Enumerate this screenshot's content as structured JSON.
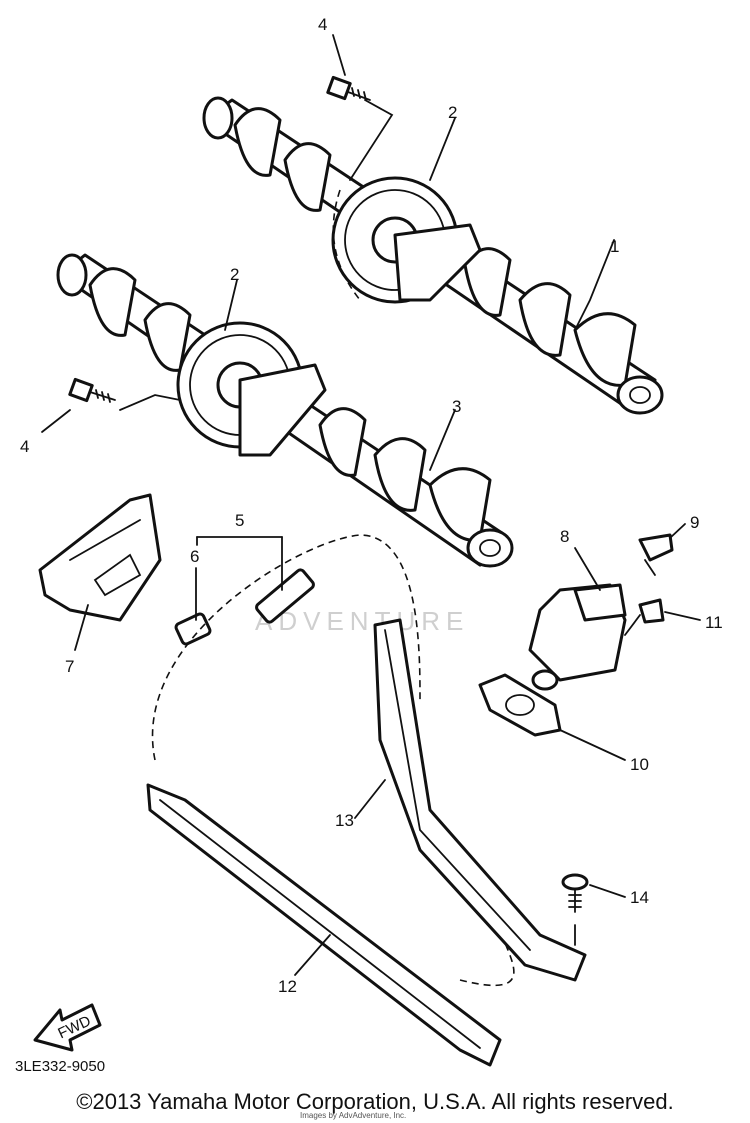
{
  "diagram": {
    "callouts": {
      "c1": "1",
      "c2a": "2",
      "c2b": "2",
      "c3": "3",
      "c4a": "4",
      "c4b": "4",
      "c5": "5",
      "c6": "6",
      "c7": "7",
      "c8": "8",
      "c9": "9",
      "c10": "10",
      "c11": "11",
      "c12": "12",
      "c13": "13",
      "c14": "14"
    },
    "fwd_label": "FWD",
    "part_code": "3LE332-9050",
    "watermark": "ADVENTURE"
  },
  "footer": {
    "copyright": "©2013 Yamaha Motor Corporation, U.S.A. All rights reserved.",
    "sub_credit": "Images by AdvAdventure, Inc."
  }
}
